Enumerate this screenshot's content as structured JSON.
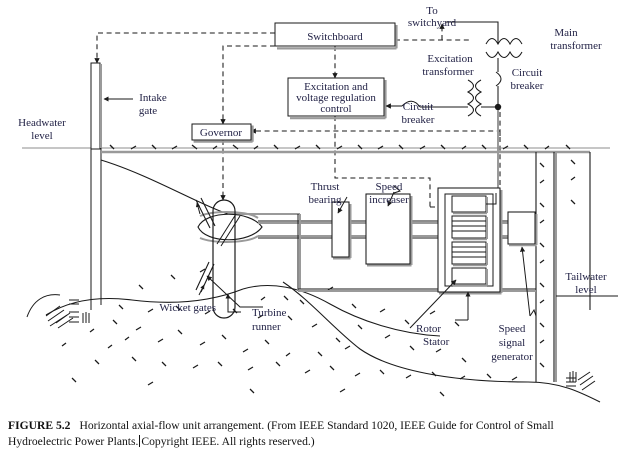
{
  "figure": {
    "number": "FIGURE 5.2",
    "title": "Horizontal axial-flow unit arrangement.",
    "source": "(From IEEE Standard 1020, IEEE Guide for Control of Small Hydroelectric Power Plants.",
    "source_tail": "Copyright IEEE. All rights reserved.)"
  },
  "blocks": {
    "switchboard": "Switchboard",
    "excitation_control_line1": "Excitation and",
    "excitation_control_line2": "voltage regulation",
    "excitation_control_line3": "control",
    "governor": "Governor"
  },
  "labels": {
    "to_switchyard_line1": "To",
    "to_switchyard_line2": "switchyard",
    "main_transformer_line1": "Main",
    "main_transformer_line2": "transformer",
    "circuit_breaker_main_line1": "Circuit",
    "circuit_breaker_main_line2": "breaker",
    "excitation_transformer_line1": "Excitation",
    "excitation_transformer_line2": "transformer",
    "circuit_breaker_exc_line1": "Circuit",
    "circuit_breaker_exc_line2": "breaker",
    "intake_gate_line1": "Intake",
    "intake_gate_line2": "gate",
    "headwater_line1": "Headwater",
    "headwater_line2": "level",
    "tailwater_line1": "Tailwater",
    "tailwater_line2": "level",
    "thrust_bearing_line1": "Thrust",
    "thrust_bearing_line2": "bearing",
    "speed_increaser_line1": "Speed",
    "speed_increaser_line2": "increaser",
    "wicket_gates": "Wicket gates",
    "turbine_runner_line1": "Turbine",
    "turbine_runner_line2": "runner",
    "rotor": "Rotor",
    "stator": "Stator",
    "speed_signal_generator_line1": "Speed",
    "speed_signal_generator_line2": "signal",
    "speed_signal_generator_line3": "generator"
  },
  "colors": {
    "line": "#1a1a1a",
    "shade": "#9a9a9a",
    "text": "#222246",
    "caption": "#111111",
    "background": "#ffffff"
  }
}
